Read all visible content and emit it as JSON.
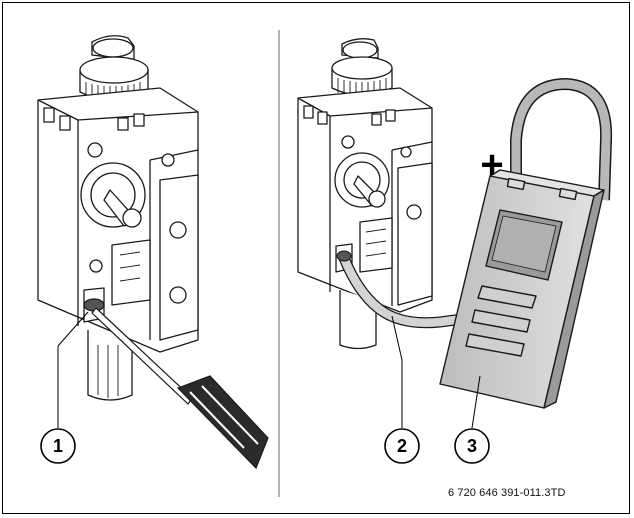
{
  "callouts": [
    {
      "id": "1",
      "label": "1"
    },
    {
      "id": "2",
      "label": "2"
    },
    {
      "id": "3",
      "label": "3"
    }
  ],
  "figure_code": "6 720 646 391-011.3TD",
  "plus_sign": "+",
  "colors": {
    "line": "#1a1a1a",
    "meter_body": "#c8c8c8",
    "meter_dark": "#8c8c8c",
    "screen": "#9a9a9a",
    "grip": "#2b2b2b",
    "valve": "#ffffff"
  }
}
